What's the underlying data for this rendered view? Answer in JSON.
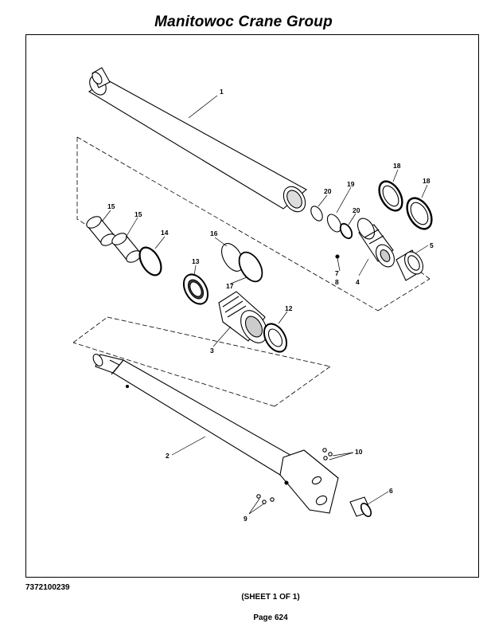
{
  "header": {
    "title": "Manitowoc Crane Group"
  },
  "footer": {
    "drawing_number": "7372100239",
    "sheet": "(SHEET 1 OF 1)",
    "page": "Page 624"
  },
  "callouts": {
    "barrel": "1",
    "rod": "2",
    "head": "3",
    "piston": "4",
    "wear_ring": "5",
    "valve": "6",
    "setscrew": "7",
    "ball": "8",
    "fittings_left": "9",
    "fittings_right": "10",
    "wiper": "12",
    "rod_seal": "13",
    "buffer_ring": "14",
    "wear_band_a": "15",
    "wear_band_b": "15",
    "o_ring": "16",
    "backup_ring": "17",
    "piston_seal_a": "18",
    "piston_seal_b": "18",
    "backup_ring_piston": "19",
    "o_ring_piston_a": "20",
    "o_ring_piston_b": "20"
  }
}
